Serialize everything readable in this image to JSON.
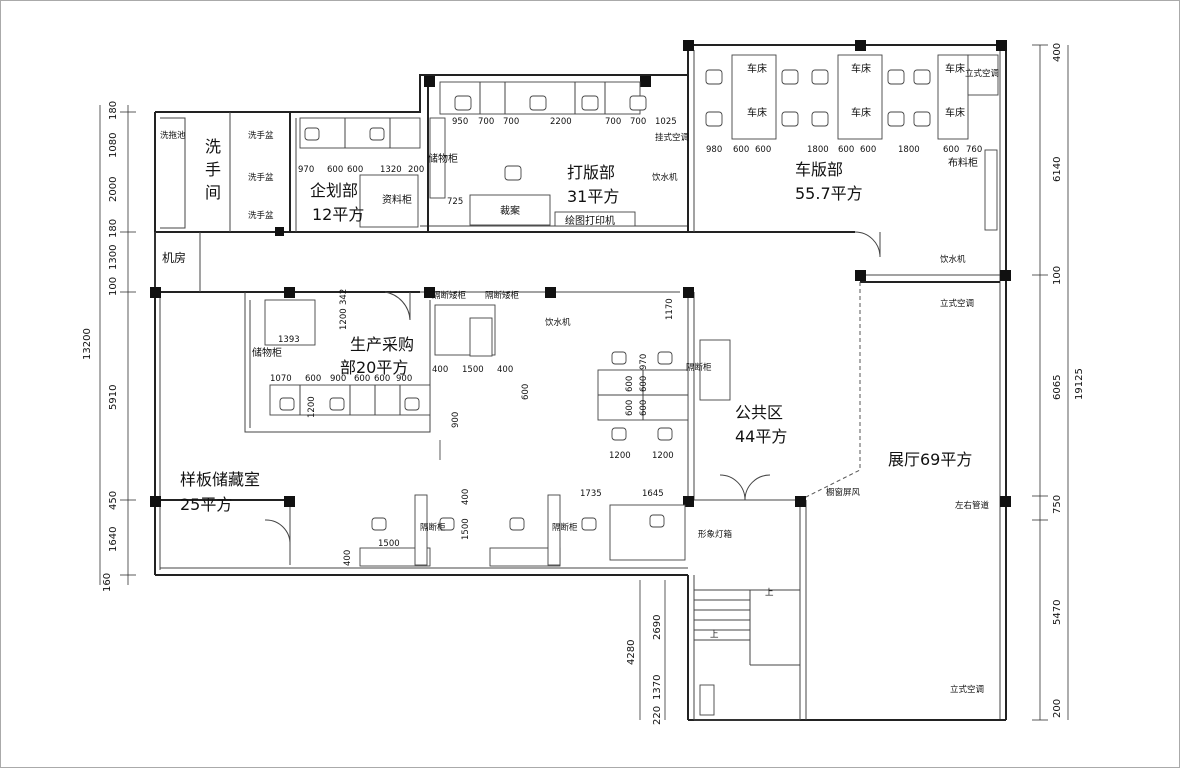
{
  "rooms": {
    "washroom": [
      "洗",
      "手",
      "间"
    ],
    "machine_room": "机房",
    "planning_name": "企划部",
    "planning_area": "12平方",
    "pattern_name": "打版部",
    "pattern_area": "31平方",
    "sewing_name": "车版部",
    "sewing_area": "55.7平方",
    "procurement_name": "生产采购",
    "procurement_area": "部20平方",
    "public_name": "公共区",
    "public_area": "44平方",
    "showroom": "展厅69平方",
    "sample_name": "样板储藏室",
    "sample_area": "25平方"
  },
  "labels": {
    "mop_sink": "洗拖池",
    "wash_basin_1": "洗手盆",
    "wash_basin_2": "洗手盆",
    "wash_basin_3": "洗手盆",
    "storage_cabinet_1": "储物柜",
    "storage_cabinet_2": "储物柜",
    "file_cabinet": "资料柜",
    "cutting_table": "裁案",
    "plotter": "绘图打印机",
    "wall_ac": "挂式空调",
    "water_dispenser_1": "饮水机",
    "water_dispenser_2": "饮水机",
    "water_dispenser_3": "饮水机",
    "lathe": "车床",
    "standing_ac_1": "立式空调",
    "standing_ac_2": "立式空调",
    "standing_ac_3": "立式空调",
    "fabric_cabinet": "布料柜",
    "partition_low_1": "隔断矮柜",
    "partition_low_2": "隔断矮柜",
    "partition_cabinet_1": "隔断柜",
    "partition_cabinet_2": "隔断柜",
    "partition_cabinet_3": "隔断柜",
    "glass_screen": "橱窗屏风",
    "pipe_left_right": "左右管道",
    "logo_lightbox": "形象灯箱",
    "stair_up_1": "上",
    "stair_up_2": "上"
  },
  "dims": {
    "left_180_top": "180",
    "left_1080": "1080",
    "left_2000": "2000",
    "left_180_mid": "180",
    "left_1300": "1300",
    "left_100": "100",
    "left_13200": "13200",
    "left_5910": "5910",
    "left_450": "450",
    "left_1640": "1640",
    "left_160": "160",
    "right_400": "400",
    "right_6140": "6140",
    "right_100": "100",
    "right_6065": "6065",
    "right_750": "750",
    "right_5470": "5470",
    "right_200": "200",
    "right_19125": "19125",
    "plan_970": "970",
    "plan_600a": "600",
    "plan_600b": "600",
    "plan_1320": "1320",
    "plan_200": "200",
    "pat_950": "950",
    "pat_700a": "700",
    "pat_700b": "700",
    "pat_2200": "2200",
    "pat_700c": "700",
    "pat_700d": "700",
    "pat_1025": "1025",
    "pat_725": "725",
    "sew_980": "980",
    "sew_600a": "600",
    "sew_600b": "600",
    "sew_1800a": "1800",
    "sew_600c": "600",
    "sew_600d": "600",
    "sew_1800b": "1800",
    "sew_600e": "600",
    "sew_760": "760",
    "pro_342": "342",
    "pro_1200a": "1200",
    "pro_1393": "1393",
    "pro_1070": "1070",
    "pro_600a": "600",
    "pro_900a": "900",
    "pro_600b": "600",
    "pro_600c": "600",
    "pro_900b": "900",
    "pro_1200b": "1200",
    "mid_400a": "400",
    "mid_1500": "1500",
    "mid_400b": "400",
    "mid_600": "600",
    "mid_900": "900",
    "pub_1170": "1170",
    "pub_970": "970",
    "pub_600a": "600",
    "pub_600b": "600",
    "pub_600c": "600",
    "pub_600d": "600",
    "pub_1200a": "1200",
    "pub_1200b": "1200",
    "bot_1735": "1735",
    "bot_1645": "1645",
    "bot_400a": "400",
    "bot_1500a": "1500",
    "bot_1500b": "1500",
    "bot_400b": "400",
    "st_4280": "4280",
    "st_2690": "2690",
    "st_1370": "1370",
    "st_220": "220"
  },
  "colors": {
    "line": "#222222",
    "background": "#ffffff"
  }
}
